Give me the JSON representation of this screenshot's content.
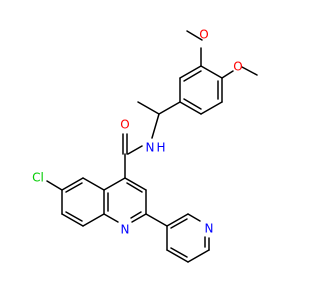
{
  "molecule": {
    "atoms": {
      "o_methoxy_top": "O",
      "o_methoxy_right": "O",
      "n_amide": "N",
      "h_amide": "H",
      "o_carbonyl": "O",
      "cl": "Cl",
      "n_quinoline": "N",
      "n_pyridine": "N"
    }
  },
  "colors": {
    "oxygen": "#ff0000",
    "nitrogen": "#0000ff",
    "chlorine": "#00cc00",
    "bond": "#000000"
  }
}
